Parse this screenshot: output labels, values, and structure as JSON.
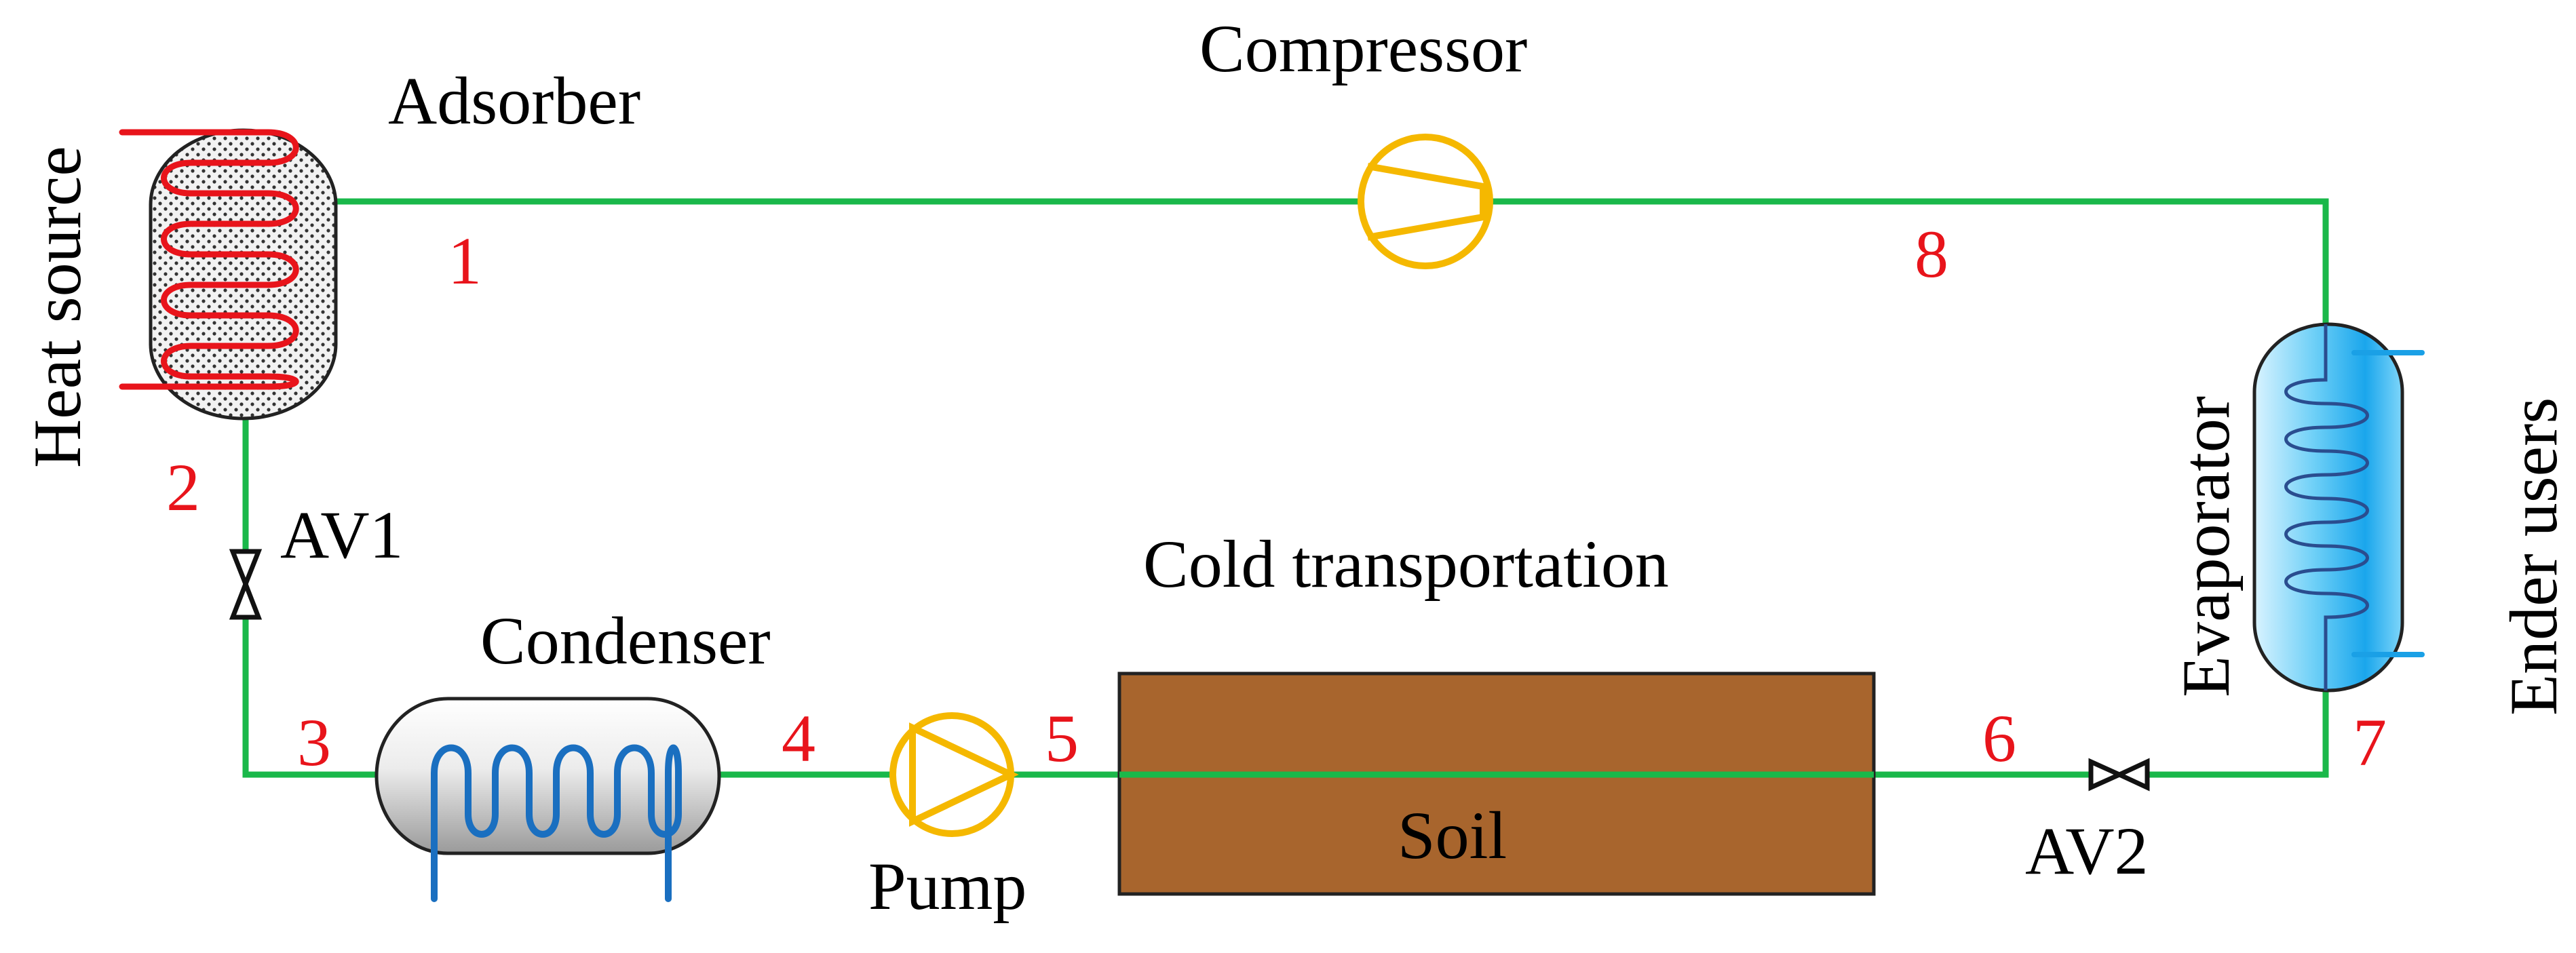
{
  "labels": {
    "adsorber": "Adsorber",
    "compressor": "Compressor",
    "heat_source": "Heat source",
    "av1": "AV1",
    "condenser": "Condenser",
    "pump": "Pump",
    "cold_transportation": "Cold transportation",
    "soil": "Soil",
    "av2": "AV2",
    "evaporator": "Evaporator",
    "ender_users": "Ender users"
  },
  "state_points": {
    "p1": "1",
    "p2": "2",
    "p3": "3",
    "p4": "4",
    "p5": "5",
    "p6": "6",
    "p7": "7",
    "p8": "8"
  },
  "colors": {
    "pipe": "#1ab84a",
    "heat_coil": "#e8141b",
    "cold_coil": "#1a6fc0",
    "evaporator_coil": "#1aa0e6",
    "pump_compressor": "#f5b800",
    "soil": "#a8652d",
    "state_number": "#e8141b"
  }
}
